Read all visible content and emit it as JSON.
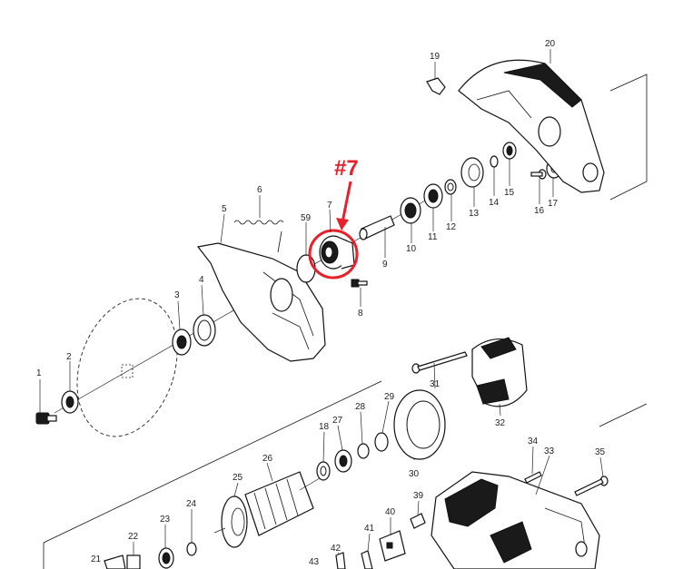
{
  "diagram": {
    "callout": {
      "text": "#7",
      "color": "#e8202a"
    },
    "parts": [
      {
        "id": "p1",
        "label": "1"
      },
      {
        "id": "p2",
        "label": "2"
      },
      {
        "id": "p3",
        "label": "3"
      },
      {
        "id": "p4",
        "label": "4"
      },
      {
        "id": "p5",
        "label": "5"
      },
      {
        "id": "p6",
        "label": "6"
      },
      {
        "id": "p7",
        "label": "7"
      },
      {
        "id": "p8",
        "label": "8"
      },
      {
        "id": "p9",
        "label": "9"
      },
      {
        "id": "p10",
        "label": "10"
      },
      {
        "id": "p11",
        "label": "11"
      },
      {
        "id": "p12",
        "label": "12"
      },
      {
        "id": "p13",
        "label": "13"
      },
      {
        "id": "p14",
        "label": "14"
      },
      {
        "id": "p15",
        "label": "15"
      },
      {
        "id": "p16",
        "label": "16"
      },
      {
        "id": "p17",
        "label": "17"
      },
      {
        "id": "p18",
        "label": "18"
      },
      {
        "id": "p19",
        "label": "19"
      },
      {
        "id": "p20",
        "label": "20"
      },
      {
        "id": "p21",
        "label": "21"
      },
      {
        "id": "p22",
        "label": "22"
      },
      {
        "id": "p23",
        "label": "23"
      },
      {
        "id": "p24",
        "label": "24"
      },
      {
        "id": "p25",
        "label": "25"
      },
      {
        "id": "p26",
        "label": "26"
      },
      {
        "id": "p27",
        "label": "27"
      },
      {
        "id": "p28",
        "label": "28"
      },
      {
        "id": "p29",
        "label": "29"
      },
      {
        "id": "p30",
        "label": "30"
      },
      {
        "id": "p31",
        "label": "31"
      },
      {
        "id": "p32",
        "label": "32"
      },
      {
        "id": "p33",
        "label": "33"
      },
      {
        "id": "p34",
        "label": "34"
      },
      {
        "id": "p35",
        "label": "35"
      },
      {
        "id": "p39",
        "label": "39"
      },
      {
        "id": "p40",
        "label": "40"
      },
      {
        "id": "p41",
        "label": "41"
      },
      {
        "id": "p42",
        "label": "42"
      },
      {
        "id": "p43",
        "label": "43"
      },
      {
        "id": "p59",
        "label": "59"
      }
    ]
  }
}
